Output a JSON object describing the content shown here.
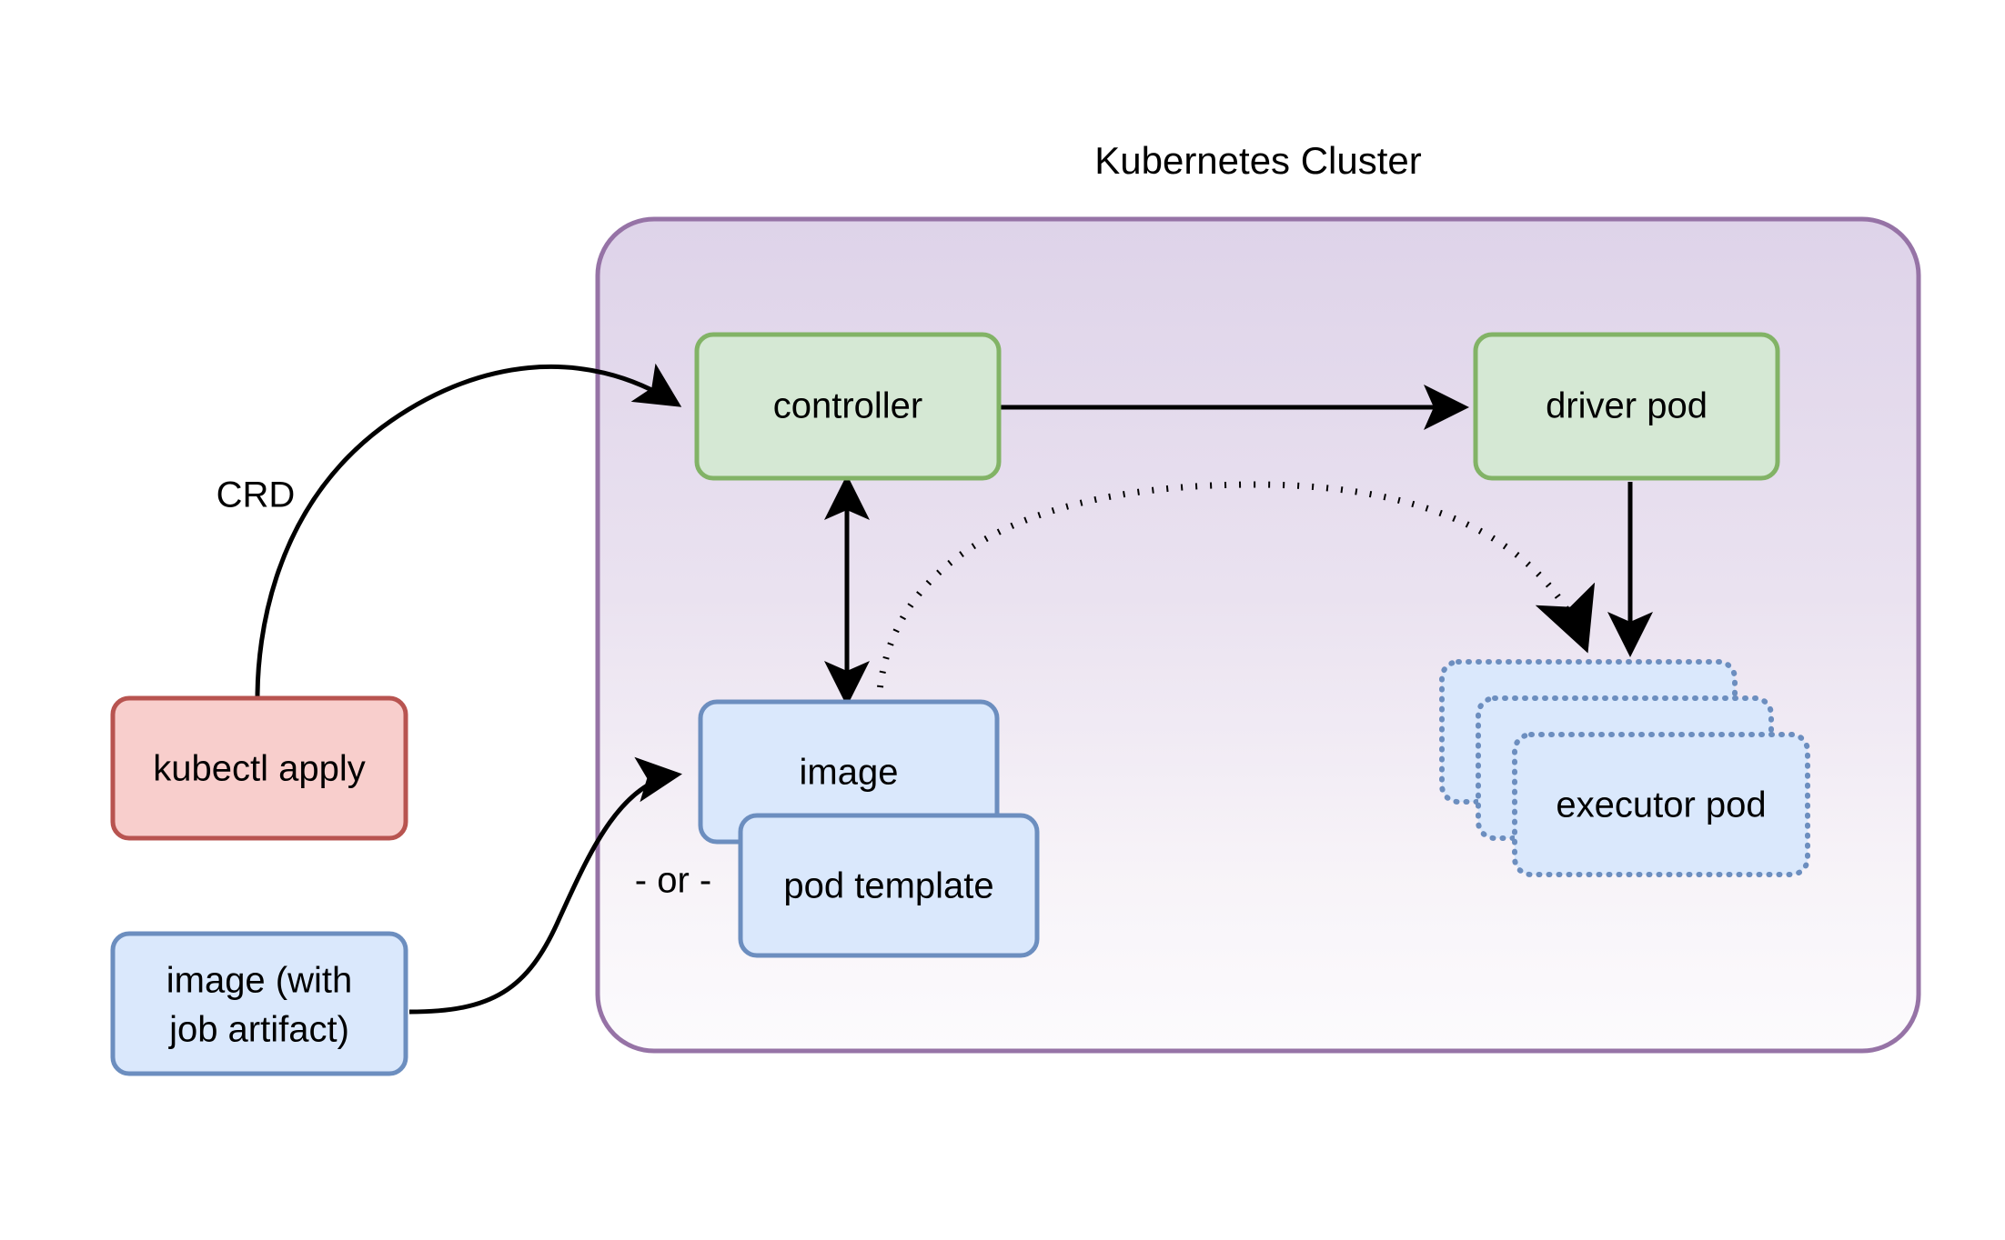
{
  "diagram": {
    "title": "Kubernetes Cluster",
    "cluster": {
      "label": "Kubernetes Cluster",
      "border_color": "#9673a6",
      "fill_top": "#e0d5ea",
      "fill_bottom": "#fbfafc"
    },
    "colors": {
      "green_fill": "#d5e8d4",
      "green_stroke": "#82b366",
      "blue_fill": "#dae8fc",
      "blue_stroke": "#6c8ebf",
      "red_fill": "#f8cecc",
      "red_stroke": "#b85450",
      "edge_color": "#000000"
    },
    "nodes": {
      "kubectl_apply": {
        "label": "kubectl apply",
        "style": "red"
      },
      "image_with_artifact": {
        "label_line1": "image (with",
        "label_line2": "job artifact)",
        "style": "blue"
      },
      "controller": {
        "label": "controller",
        "style": "green"
      },
      "driver_pod": {
        "label": "driver pod",
        "style": "green"
      },
      "image": {
        "label": "image",
        "style": "blue"
      },
      "pod_template": {
        "label": "pod template",
        "style": "blue"
      },
      "executor_pod_back": {
        "label": "executor pod",
        "style": "blue-dotted"
      },
      "executor_pod_middle": {
        "label": "executor pod",
        "style": "blue-dotted"
      },
      "executor_pod_front": {
        "label": "executor pod",
        "style": "blue-dotted"
      }
    },
    "edge_labels": {
      "crd": "CRD",
      "or": "- or -"
    },
    "edges": [
      {
        "name": "kubectl-apply-to-controller",
        "from": "kubectl_apply",
        "to": "controller",
        "label": "CRD",
        "style": "solid",
        "arrow": "end"
      },
      {
        "name": "image-artifact-to-image",
        "from": "image_with_artifact",
        "to": "image",
        "label": "",
        "style": "solid",
        "arrow": "end"
      },
      {
        "name": "controller-to-driver-pod",
        "from": "controller",
        "to": "driver_pod",
        "label": "",
        "style": "solid",
        "arrow": "end"
      },
      {
        "name": "controller-image-bidirectional",
        "from": "controller",
        "to": "image",
        "label": "",
        "style": "solid",
        "arrow": "both"
      },
      {
        "name": "image-to-executor-pod",
        "from": "image",
        "to": "executor_pod_back",
        "label": "",
        "style": "dotted",
        "arrow": "end"
      },
      {
        "name": "driver-pod-to-executor-pod",
        "from": "driver_pod",
        "to": "executor_pod_back",
        "label": "",
        "style": "solid",
        "arrow": "end"
      }
    ]
  }
}
